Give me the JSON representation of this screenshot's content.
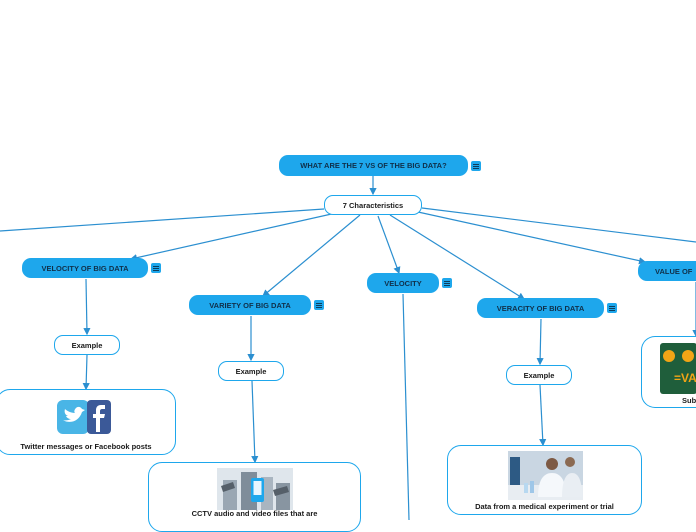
{
  "root": {
    "label": "WHAT ARE THE 7 VS OF THE BIG DATA?"
  },
  "hub": {
    "label": "7 Characteristics"
  },
  "branches": {
    "velocity_of_big_data": "VELOCITY OF BIG DATA",
    "variety_of_big_data": "VARIETY OF BIG DATA",
    "velocity": "VELOCITY",
    "veracity_of_big_data": "VERACITY OF BIG DATA",
    "value_of": "VALUE OF"
  },
  "examples": {
    "velocity_example": "Example",
    "variety_example": "Example",
    "veracity_example": "Example"
  },
  "cards": {
    "twitter": "Twitter messages or Facebook posts",
    "cctv": "CCTV audio and video files that are",
    "medical": "Data from a medical experiment or trial",
    "value_partial": "Sub",
    "value_image_text": "=VA"
  },
  "colors": {
    "accent": "#1ea7ec",
    "connector": "#2b8fd0",
    "twitter_blue": "#49b5e6",
    "facebook_blue": "#3b5998",
    "value_green": "#1f5e3b",
    "value_orange": "#f2a516"
  },
  "icons": [
    "notes-icon",
    "twitter-bird-icon",
    "facebook-logo-icon"
  ]
}
